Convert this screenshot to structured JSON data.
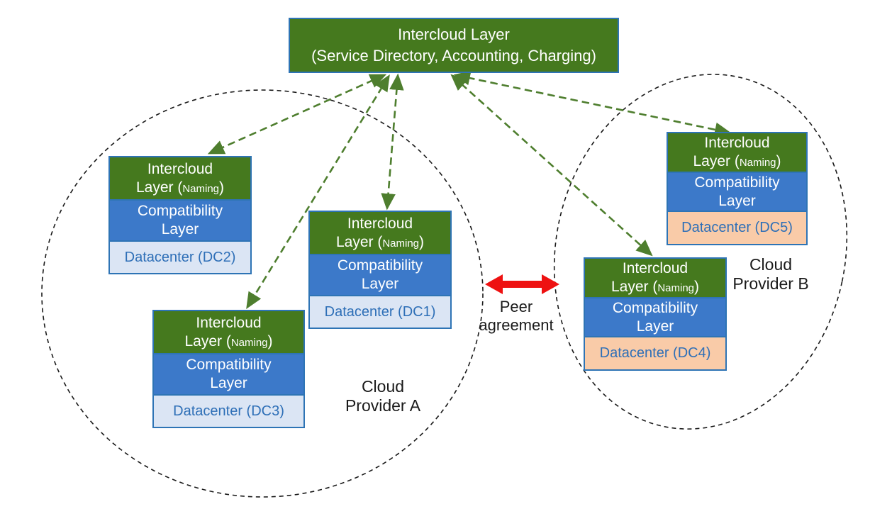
{
  "top_box": {
    "line1": "Intercloud Layer",
    "line2": "(Service Directory, Accounting, Charging)"
  },
  "providers": {
    "a": {
      "line1": "Cloud",
      "line2": "Provider A"
    },
    "b": {
      "line1": "Cloud",
      "line2": "Provider B"
    }
  },
  "peer": {
    "line1": "Peer",
    "line2": "agreement"
  },
  "stacks": [
    {
      "name": "DC2",
      "layers": {
        "intercloud": {
          "line1": "Intercloud",
          "line2_main": "Layer (",
          "line2_small": "Naming",
          "line2_end": ")"
        },
        "compatibility": {
          "line1": "Compatibility",
          "line2": "Layer"
        },
        "datacenter": {
          "label": "Datacenter (DC2)"
        }
      }
    },
    {
      "name": "DC1",
      "layers": {
        "intercloud": {
          "line1": "Intercloud",
          "line2_main": "Layer (",
          "line2_small": "Naming",
          "line2_end": ")"
        },
        "compatibility": {
          "line1": "Compatibility",
          "line2": "Layer"
        },
        "datacenter": {
          "label": "Datacenter (DC1)"
        }
      }
    },
    {
      "name": "DC3",
      "layers": {
        "intercloud": {
          "line1": "Intercloud",
          "line2_main": "Layer (",
          "line2_small": "Naming",
          "line2_end": ")"
        },
        "compatibility": {
          "line1": "Compatibility",
          "line2": "Layer"
        },
        "datacenter": {
          "label": "Datacenter (DC3)"
        }
      }
    },
    {
      "name": "DC5",
      "layers": {
        "intercloud": {
          "line1": "Intercloud",
          "line2_main": "Layer (",
          "line2_small": "Naming",
          "line2_end": ")"
        },
        "compatibility": {
          "line1": "Compatibility",
          "line2": "Layer"
        },
        "datacenter": {
          "label": "Datacenter (DC5)"
        }
      }
    },
    {
      "name": "DC4",
      "layers": {
        "intercloud": {
          "line1": "Intercloud",
          "line2_main": "Layer (",
          "line2_small": "Naming",
          "line2_end": ")"
        },
        "compatibility": {
          "line1": "Compatibility",
          "line2": "Layer"
        },
        "datacenter": {
          "label": "Datacenter (DC4)"
        }
      }
    }
  ],
  "colors": {
    "intercloud_green": "#45791e",
    "compatibility_blue": "#3c79c9",
    "box_border_blue": "#2e74b5",
    "datacenter_light_blue": "#dbe5f4",
    "datacenter_peach": "#f9cba8",
    "datacenter_text_blue": "#2e6fb7",
    "arrow_dash_green": "#4e7e2e",
    "peer_arrow_red": "#ee1111",
    "ellipse_dash_black": "#1a1a1a",
    "box_text_white": "#ffffff"
  }
}
